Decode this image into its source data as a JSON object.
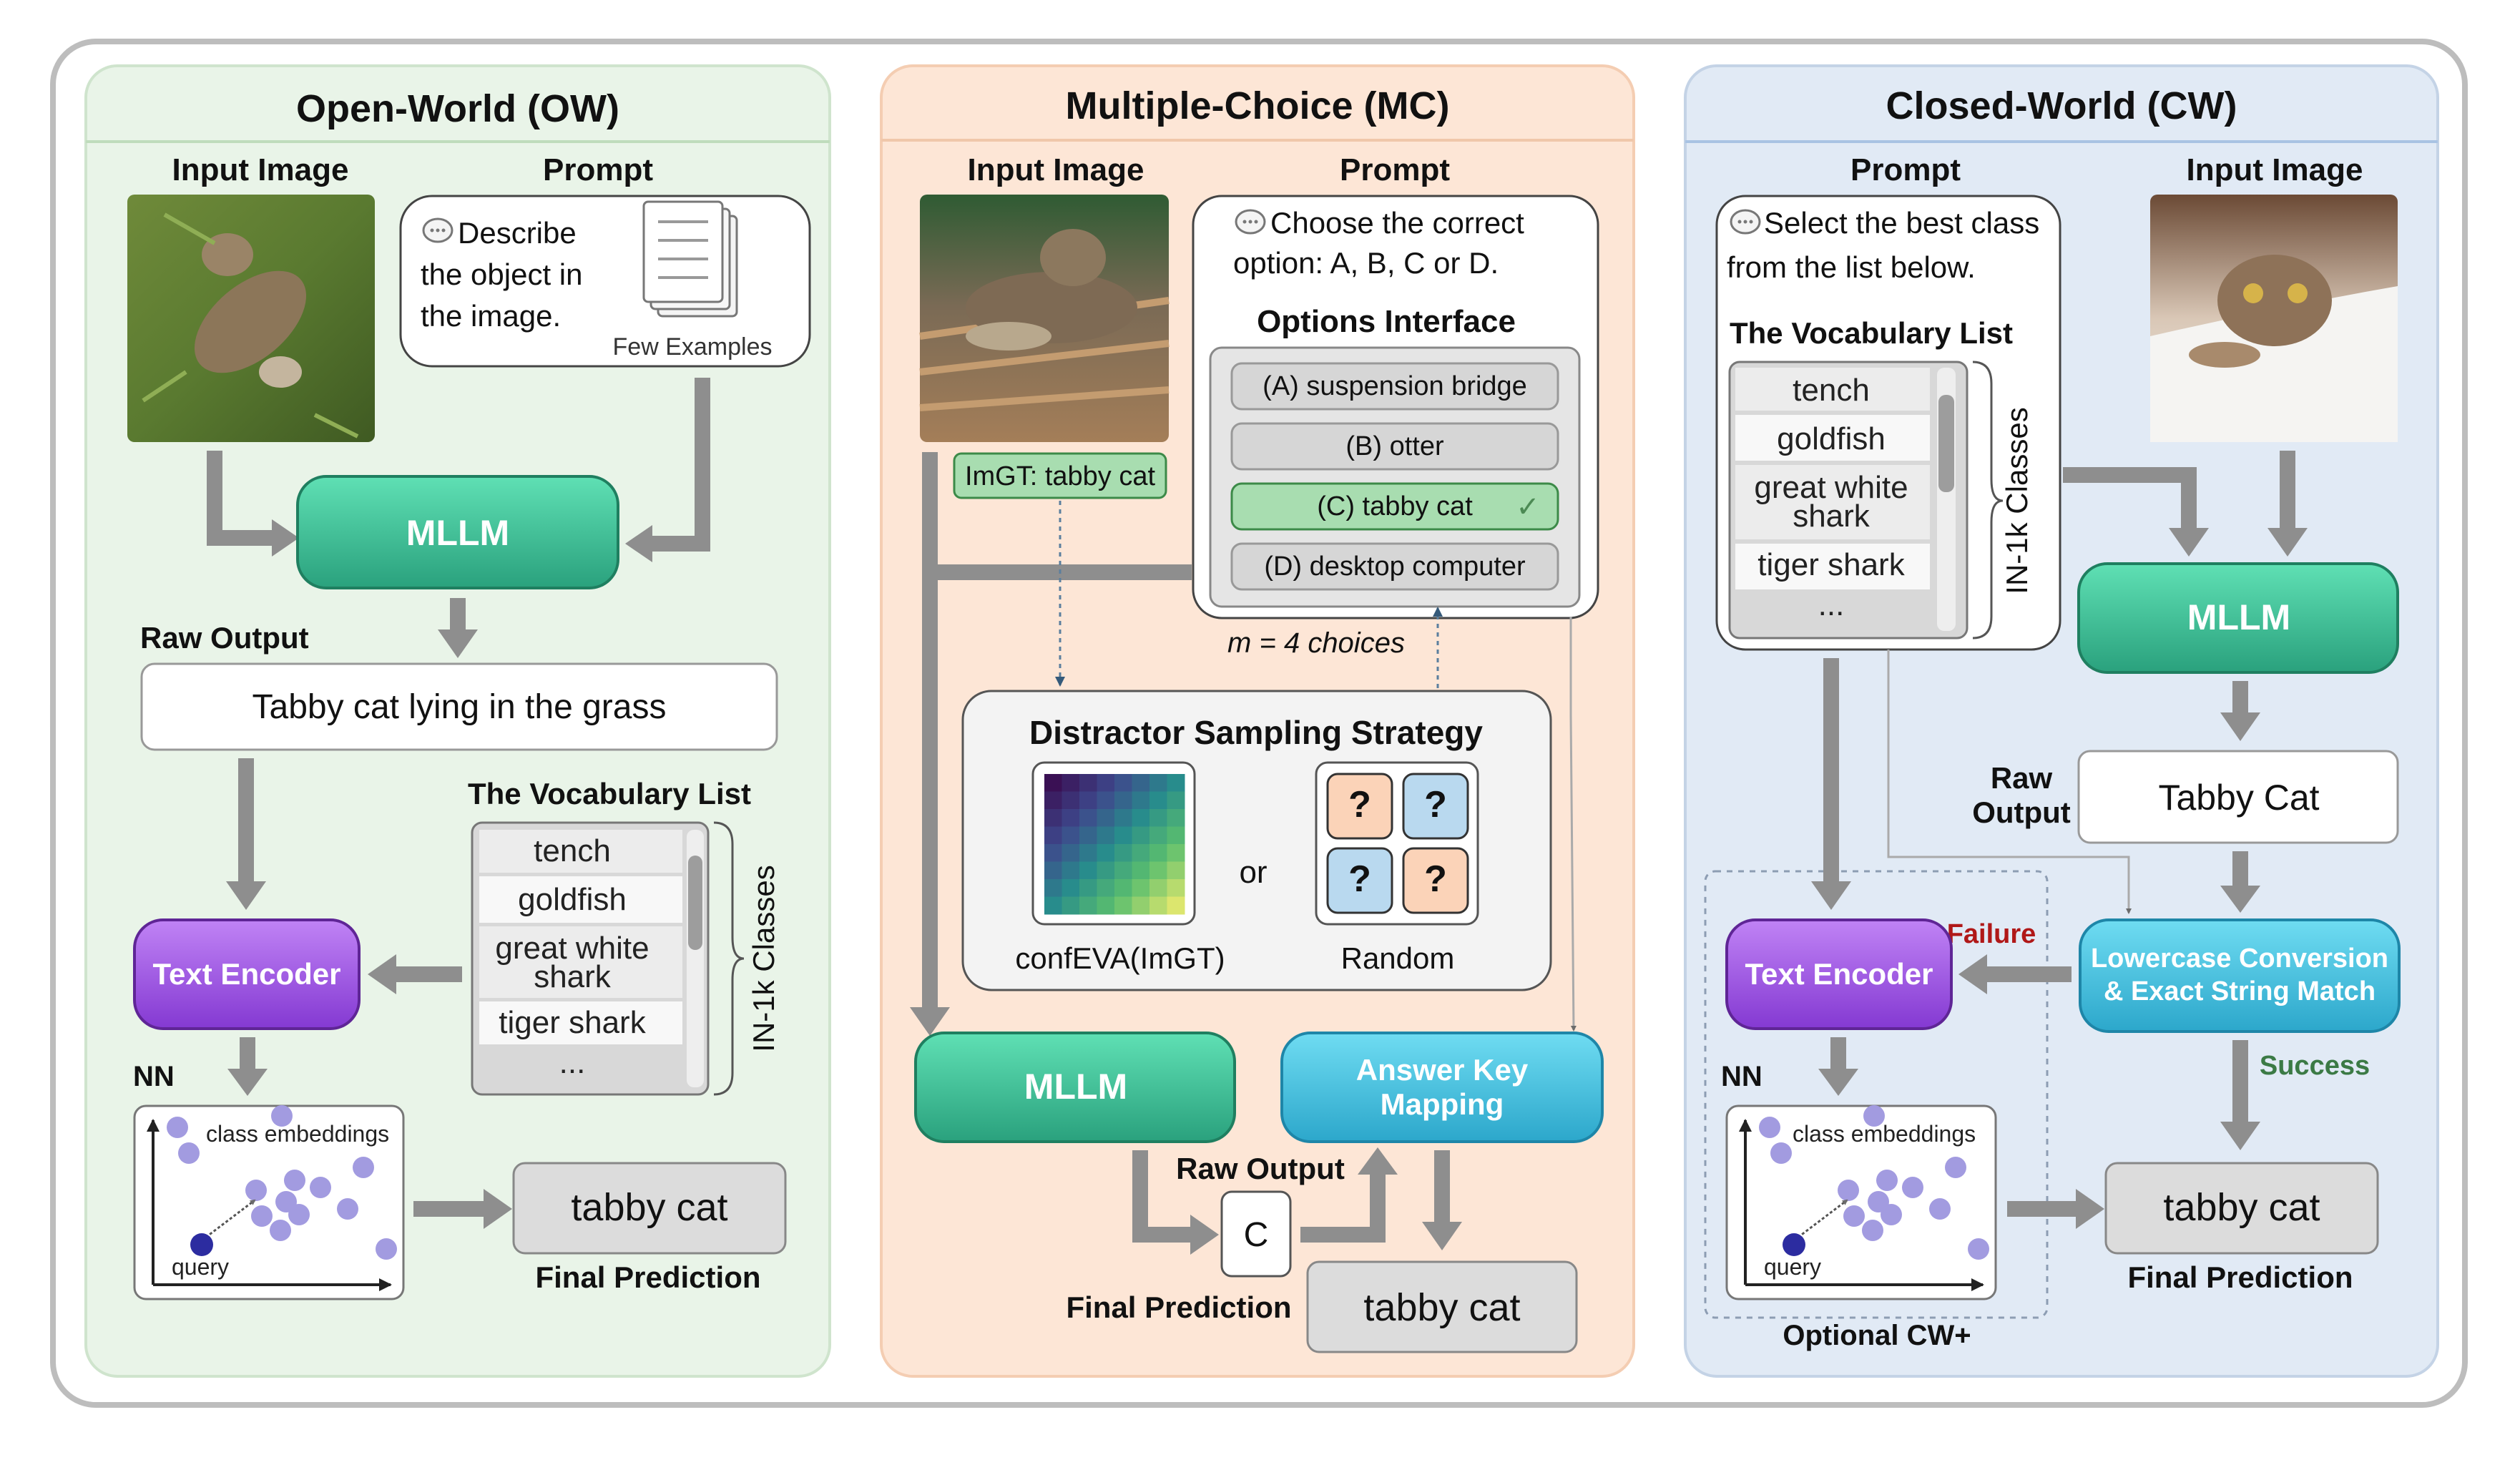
{
  "panels": {
    "ow": {
      "title": "Open-World (OW)",
      "input_image_label": "Input Image",
      "prompt_label": "Prompt",
      "prompt_lines": [
        "Describe",
        "the object in",
        "the image."
      ],
      "few_examples": "Few Examples",
      "mllm": "MLLM",
      "raw_output_label": "Raw Output",
      "raw_output": "Tabby cat lying in the grass",
      "vocab_title": "The Vocabulary List",
      "vocab_items": [
        "tench",
        "goldfish",
        "great white",
        "shark",
        "tiger shark",
        "..."
      ],
      "vocab_side": "IN-1k Classes",
      "text_encoder": "Text Encoder",
      "nn": "NN",
      "class_embeddings": "class embeddings",
      "query": "query",
      "prediction": "tabby cat",
      "final_prediction_label": "Final Prediction"
    },
    "mc": {
      "title": "Multiple-Choice (MC)",
      "input_image_label": "Input Image",
      "prompt_label": "Prompt",
      "prompt_lines": [
        "Choose the correct",
        "option: A, B, C or D."
      ],
      "options_title": "Options Interface",
      "options": [
        "(A) suspension bridge",
        "(B) otter",
        "(C) tabby cat",
        "(D) desktop computer"
      ],
      "correct_mark": "✓",
      "imgt": "ImGT: tabby cat",
      "m_choices": "m = 4 choices",
      "distractor_title": "Distractor Sampling Strategy",
      "or": "or",
      "question_mark": "?",
      "conf_label": "confEVA(ImGT)",
      "random_label": "Random",
      "mllm": "MLLM",
      "answer_key_lines": [
        "Answer Key",
        "Mapping"
      ],
      "raw_output_label": "Raw Output",
      "raw_output": "C",
      "final_prediction_label": "Final Prediction",
      "prediction": "tabby cat"
    },
    "cw": {
      "title": "Closed-World (CW)",
      "prompt_label": "Prompt",
      "input_image_label": "Input Image",
      "prompt_lines": [
        "Select the best class",
        "from the list below."
      ],
      "vocab_title": "The Vocabulary List",
      "vocab_items": [
        "tench",
        "goldfish",
        "great white",
        "shark",
        "tiger shark",
        "..."
      ],
      "vocab_side": "IN-1k Classes",
      "mllm": "MLLM",
      "raw_output_label": [
        "Raw",
        "Output"
      ],
      "raw_output": "Tabby Cat",
      "lowercase_lines": [
        "Lowercase Conversion",
        "& Exact String Match"
      ],
      "failure": "Failure",
      "success": "Success",
      "text_encoder": "Text Encoder",
      "nn": "NN",
      "class_embeddings": "class embeddings",
      "query": "query",
      "prediction": "tabby cat",
      "final_prediction_label": "Final Prediction",
      "optional": "Optional CW+"
    }
  },
  "colors": {
    "ow_bg": "#e9f4e8",
    "mc_bg": "#fde6d6",
    "cw_bg": "#e1eaf5",
    "mllm": "#3cc69a",
    "text_encoder": "#9c52e0",
    "answer_key": "#3ec3e0",
    "arrow": "#8e8e8e",
    "correct_option": "#a8ddb0",
    "failure": "#b01818",
    "success": "#3b7a45"
  }
}
